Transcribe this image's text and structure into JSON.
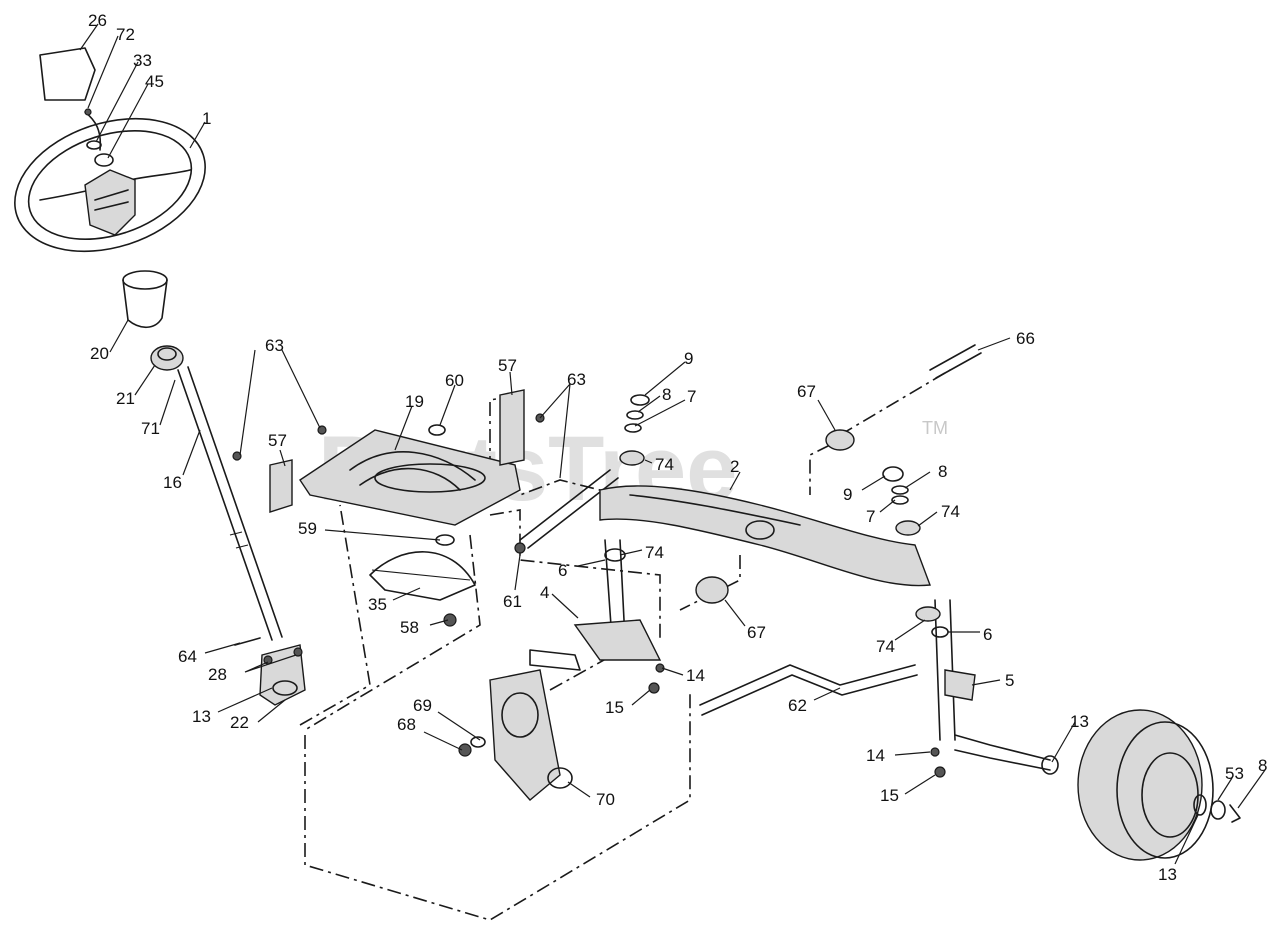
{
  "watermark": {
    "text": "PartsTree",
    "trademark": "TM"
  },
  "callouts": [
    {
      "id": "c26",
      "label": "26"
    },
    {
      "id": "c72",
      "label": "72"
    },
    {
      "id": "c33",
      "label": "33"
    },
    {
      "id": "c45",
      "label": "45"
    },
    {
      "id": "c1",
      "label": "1"
    },
    {
      "id": "c20",
      "label": "20"
    },
    {
      "id": "c21",
      "label": "21"
    },
    {
      "id": "c71",
      "label": "71"
    },
    {
      "id": "c16",
      "label": "16"
    },
    {
      "id": "c63a",
      "label": "63"
    },
    {
      "id": "c57a",
      "label": "57"
    },
    {
      "id": "c19",
      "label": "19"
    },
    {
      "id": "c60",
      "label": "60"
    },
    {
      "id": "c57b",
      "label": "57"
    },
    {
      "id": "c63b",
      "label": "63"
    },
    {
      "id": "c9a",
      "label": "9"
    },
    {
      "id": "c8a",
      "label": "8"
    },
    {
      "id": "c7a",
      "label": "7"
    },
    {
      "id": "c74a",
      "label": "74"
    },
    {
      "id": "c66",
      "label": "66"
    },
    {
      "id": "c67a",
      "label": "67"
    },
    {
      "id": "c2",
      "label": "2"
    },
    {
      "id": "c9b",
      "label": "9"
    },
    {
      "id": "c8b",
      "label": "8"
    },
    {
      "id": "c7b",
      "label": "7"
    },
    {
      "id": "c74b",
      "label": "74"
    },
    {
      "id": "c59",
      "label": "59"
    },
    {
      "id": "c74c",
      "label": "74"
    },
    {
      "id": "c6a",
      "label": "6"
    },
    {
      "id": "c61",
      "label": "61"
    },
    {
      "id": "c4",
      "label": "4"
    },
    {
      "id": "c35",
      "label": "35"
    },
    {
      "id": "c58",
      "label": "58"
    },
    {
      "id": "c67b",
      "label": "67"
    },
    {
      "id": "c74d",
      "label": "74"
    },
    {
      "id": "c6b",
      "label": "6"
    },
    {
      "id": "c64",
      "label": "64"
    },
    {
      "id": "c28",
      "label": "28"
    },
    {
      "id": "c14a",
      "label": "14"
    },
    {
      "id": "c5",
      "label": "5"
    },
    {
      "id": "c13a",
      "label": "13"
    },
    {
      "id": "c22",
      "label": "22"
    },
    {
      "id": "c15a",
      "label": "15"
    },
    {
      "id": "c69",
      "label": "69"
    },
    {
      "id": "c62",
      "label": "62"
    },
    {
      "id": "c68",
      "label": "68"
    },
    {
      "id": "c13b",
      "label": "13"
    },
    {
      "id": "c14b",
      "label": "14"
    },
    {
      "id": "c53",
      "label": "53"
    },
    {
      "id": "c8c",
      "label": "8"
    },
    {
      "id": "c70",
      "label": "70"
    },
    {
      "id": "c15b",
      "label": "15"
    },
    {
      "id": "c13c",
      "label": "13"
    }
  ]
}
